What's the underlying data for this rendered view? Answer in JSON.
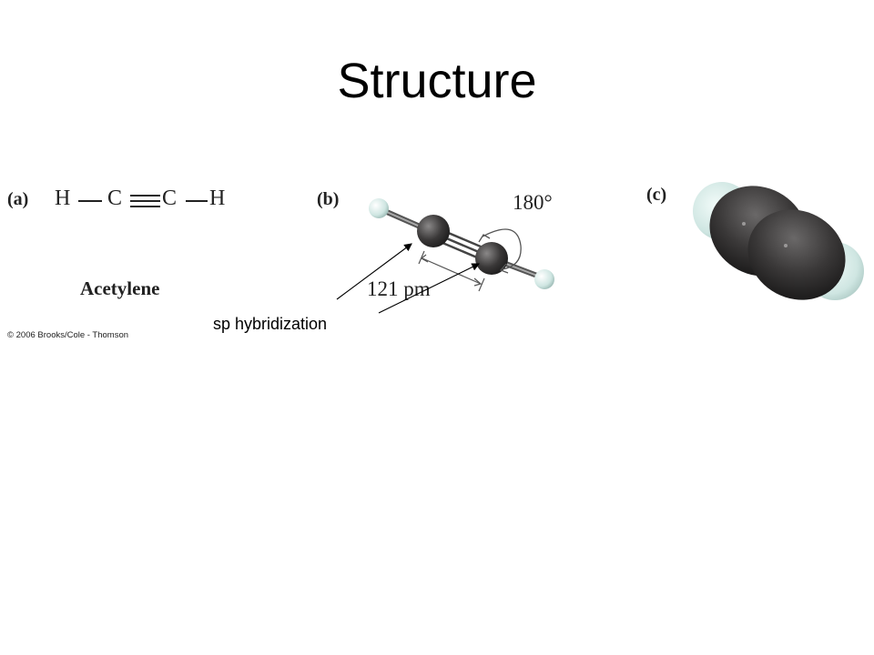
{
  "slide": {
    "title": "Structure"
  },
  "panel_a": {
    "label": "(a)",
    "atoms": [
      "H",
      "C",
      "C",
      "H"
    ],
    "molecule_name": "Acetylene",
    "copyright": "© 2006 Brooks/Cole - Thomson"
  },
  "panel_b": {
    "label": "(b)",
    "bond_angle": "180°",
    "bond_length": "121 pm"
  },
  "panel_c": {
    "label": "(c)"
  },
  "annotation": {
    "text": "sp hybridization"
  },
  "colors": {
    "carbon": "#3a3838",
    "hydrogen": "#cfe6e2",
    "text": "#222222"
  }
}
